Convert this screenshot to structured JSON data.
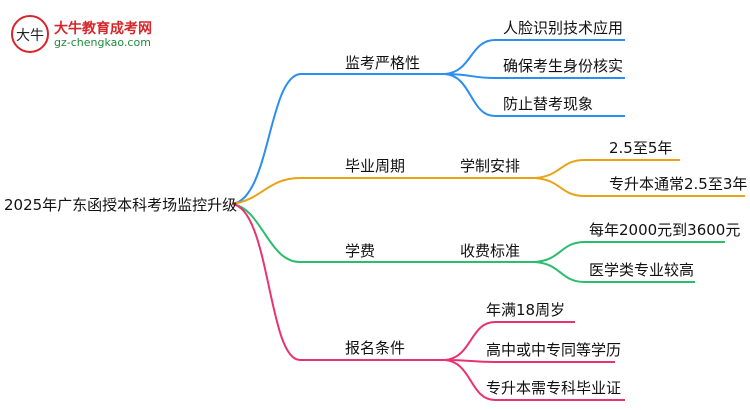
{
  "logo": {
    "title": "大牛教育成考网",
    "url": "gz-chengkao.com",
    "mark_text": "大牛"
  },
  "root": "2025年广东函授本科考场监控升级",
  "branches": [
    {
      "label": "监考严格性",
      "color": "#2b8ef0",
      "leaves": [
        "人脸识别技术应用",
        "确保考生身份核实",
        "防止替考现象"
      ]
    },
    {
      "label": "毕业周期",
      "color": "#e8a317",
      "sub": "学制安排",
      "leaves": [
        "2.5至5年",
        "专升本通常2.5至3年"
      ]
    },
    {
      "label": "学费",
      "color": "#2bbd6e",
      "sub": "收费标准",
      "leaves": [
        "每年2000元到3600元",
        "医学类专业较高"
      ]
    },
    {
      "label": "报名条件",
      "color": "#e8336e",
      "leaves": [
        "年满18周岁",
        "高中或中专同等学历",
        "专升本需专科毕业证"
      ]
    }
  ]
}
